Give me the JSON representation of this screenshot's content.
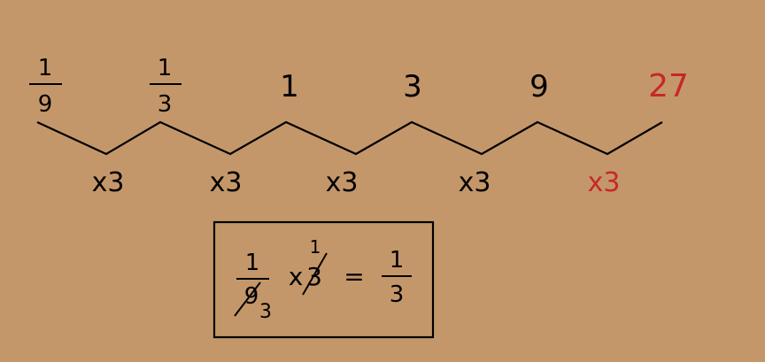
{
  "colors": {
    "background": "#c4976a",
    "ink": "#000000",
    "highlight": "#c62828"
  },
  "sequence": [
    {
      "type": "fraction",
      "numerator": "1",
      "denominator": "9",
      "highlight": false
    },
    {
      "type": "fraction",
      "numerator": "1",
      "denominator": "3",
      "highlight": false
    },
    {
      "type": "whole",
      "value": "1",
      "highlight": false
    },
    {
      "type": "whole",
      "value": "3",
      "highlight": false
    },
    {
      "type": "whole",
      "value": "9",
      "highlight": false
    },
    {
      "type": "whole",
      "value": "27",
      "highlight": true
    }
  ],
  "multipliers": [
    {
      "label": "x3",
      "highlight": false
    },
    {
      "label": "x3",
      "highlight": false
    },
    {
      "label": "x3",
      "highlight": false
    },
    {
      "label": "x3",
      "highlight": false
    },
    {
      "label": "x3",
      "highlight": true
    }
  ],
  "box": {
    "fraction_numerator": "1",
    "fraction_denominator": "9",
    "denominator_reduced": "3",
    "multiplier_prefix": "x",
    "multiplier_value": "3",
    "multiplier_reduced": "1",
    "equals": "=",
    "result_numerator": "1",
    "result_denominator": "3"
  }
}
